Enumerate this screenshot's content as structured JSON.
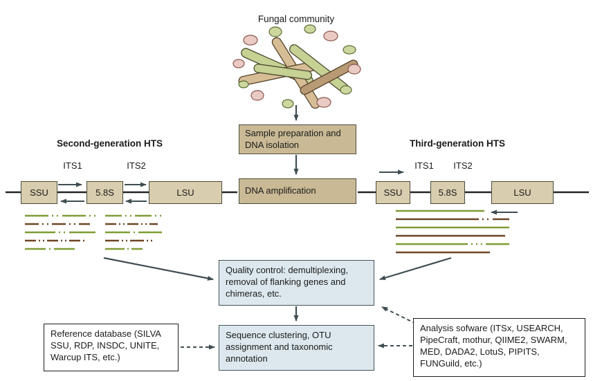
{
  "diagram": {
    "title": "Fungal community",
    "second_gen": {
      "heading": "Second-generation HTS",
      "its1": "ITS1",
      "its2": "ITS2",
      "ssu": "SSU",
      "s58": "5.8S",
      "lsu": "LSU"
    },
    "third_gen": {
      "heading": "Third-generation HTS",
      "its1": "ITS1",
      "its2": "ITS2",
      "ssu": "SSU",
      "s58": "5.8S",
      "lsu": "LSU"
    },
    "boxes": {
      "sample_preparation": "Sample preparation and DNA isolation",
      "dna_amplification": "DNA amplification",
      "quality_control": "Quality control: demultiplexing, removal of flanking genes and chimeras, etc.",
      "sequence_clustering": "Sequence clustering, OTU assignment and taxonomic annotation",
      "reference_database": "Reference database (SILVA SSU, RDP, INSDC, UNITE, Warcup ITS, etc.)",
      "analysis_software": "Analysis sofware (ITSx, USEARCH, PipeCraft, mothur, QIIME2, SWARM, MED, DADA2, LotuS, PIPITS, FUNGuild, etc.)"
    },
    "colors": {
      "process_box": "#c9ba95",
      "gene_box": "#d8cdae",
      "blue_box": "#dce8ed",
      "green_read": "#7d9c33",
      "brown_read": "#6d4525",
      "arrow": "#3e4d52"
    }
  }
}
